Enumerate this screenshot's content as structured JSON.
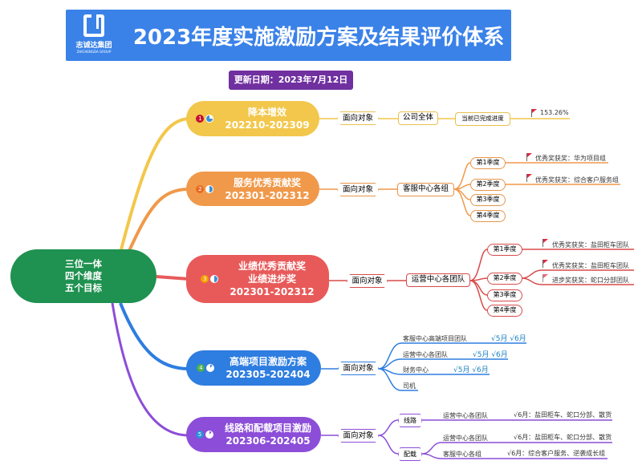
{
  "header": {
    "title": "2023年度实施激励方案及结果评价体系",
    "logo_name": "志诚达集团",
    "logo_sub": "ZHICHENGDA GROUP"
  },
  "update_date": "更新日期：2023年7月12日",
  "root": {
    "lines": [
      "三位一体",
      "四个维度",
      "五个目标"
    ]
  },
  "colors": {
    "root": "#1f9150",
    "b1": "#f2c74b",
    "b2": "#f0994a",
    "b3": "#e85a5a",
    "b4": "#2e7de0",
    "b5": "#8c4dd8",
    "header": "#3a82e8",
    "date": "#7030a0"
  },
  "branches": [
    {
      "num": "1",
      "title": "降本增效",
      "period": "202210-202309",
      "target_label": "面向对象",
      "target": "公司全体",
      "progress_label": "当前已完成进度",
      "progress": "153.26%"
    },
    {
      "num": "2",
      "title": "服务优秀贡献奖",
      "period": "202301-202312",
      "target_label": "面向对象",
      "target": "客服中心各组",
      "quarters": [
        "第1季度",
        "第2季度",
        "第3季度",
        "第4季度"
      ],
      "awards": [
        "优秀奖获奖：华为项目组",
        "优秀奖获奖：综合客户服务组"
      ]
    },
    {
      "num": "3",
      "title": "业绩优秀贡献奖",
      "title2": "业绩进步奖",
      "period": "202301-202312",
      "target_label": "面向对象",
      "target": "运营中心各团队",
      "quarters": [
        "第1季度",
        "第2季度",
        "第3季度",
        "第4季度"
      ],
      "awards": [
        "优秀奖获奖：盐田柜车团队",
        "优秀奖获奖：盐田柜车团队",
        "进步奖获奖：蛇口分部团队"
      ]
    },
    {
      "num": "4",
      "title": "高端项目激励方案",
      "period": "202305-202404",
      "target_label": "面向对象",
      "items": [
        {
          "name": "客服中心高端项目团队",
          "checks": "√5月 √6月"
        },
        {
          "name": "运营中心各团队",
          "checks": "√5月 √6月"
        },
        {
          "name": "财务中心",
          "checks": "√5月 √6月"
        },
        {
          "name": "司机",
          "checks": ""
        }
      ]
    },
    {
      "num": "5",
      "title": "线路和配载项目激励",
      "period": "202306-202405",
      "target_label": "面向对象",
      "route": {
        "label": "线路",
        "items": [
          {
            "name": "运营中心各团队",
            "result": "√6月：盐田柜车、蛇口分部、散货"
          }
        ]
      },
      "load": {
        "label": "配载",
        "items": [
          {
            "name": "运营中心各团队",
            "result": "√6月：盐田柜车、蛇口分部、散货"
          },
          {
            "name": "客服中心各组",
            "result": "√6月：综合客户服务、逆袭成长组"
          }
        ]
      }
    }
  ]
}
